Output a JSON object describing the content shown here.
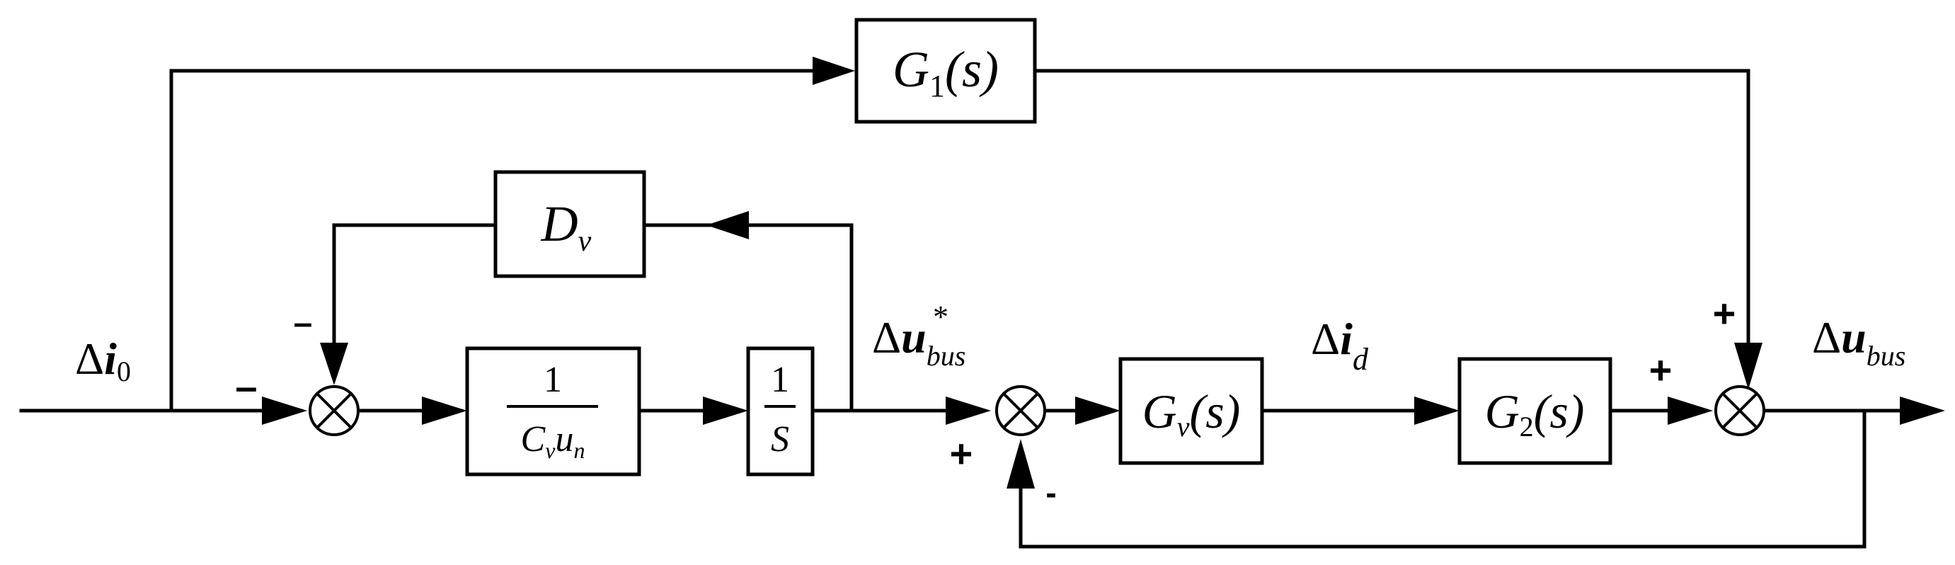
{
  "blocks": {
    "g1": {
      "name": "G",
      "sub": "1",
      "arg": "(s)"
    },
    "dv": {
      "name": "D",
      "sub": "v"
    },
    "cvun": {
      "num": "1",
      "den_c": "C",
      "den_c_sub": "v",
      "den_u": "u",
      "den_u_sub": "n"
    },
    "integ": {
      "num": "1",
      "den": "S"
    },
    "gv": {
      "name": "G",
      "sub": "v",
      "arg": "(s)"
    },
    "g2": {
      "name": "G",
      "sub": "2",
      "arg": "(s)"
    }
  },
  "signals": {
    "di0": {
      "delta": "Δ",
      "var": "i",
      "sub": "0"
    },
    "dubus_ref": {
      "delta": "Δ",
      "var": "u",
      "sub": "bus",
      "sup": "*"
    },
    "did": {
      "delta": "Δ",
      "var": "i",
      "sub": "d"
    },
    "dubus": {
      "delta": "Δ",
      "var": "u",
      "sub": "bus"
    }
  },
  "signs": {
    "s1_left": "–",
    "s1_top": "–",
    "s2_bottom_plus": "+",
    "s2_bottom_minus": "-",
    "s3_top": "+",
    "s3_left": "+"
  }
}
